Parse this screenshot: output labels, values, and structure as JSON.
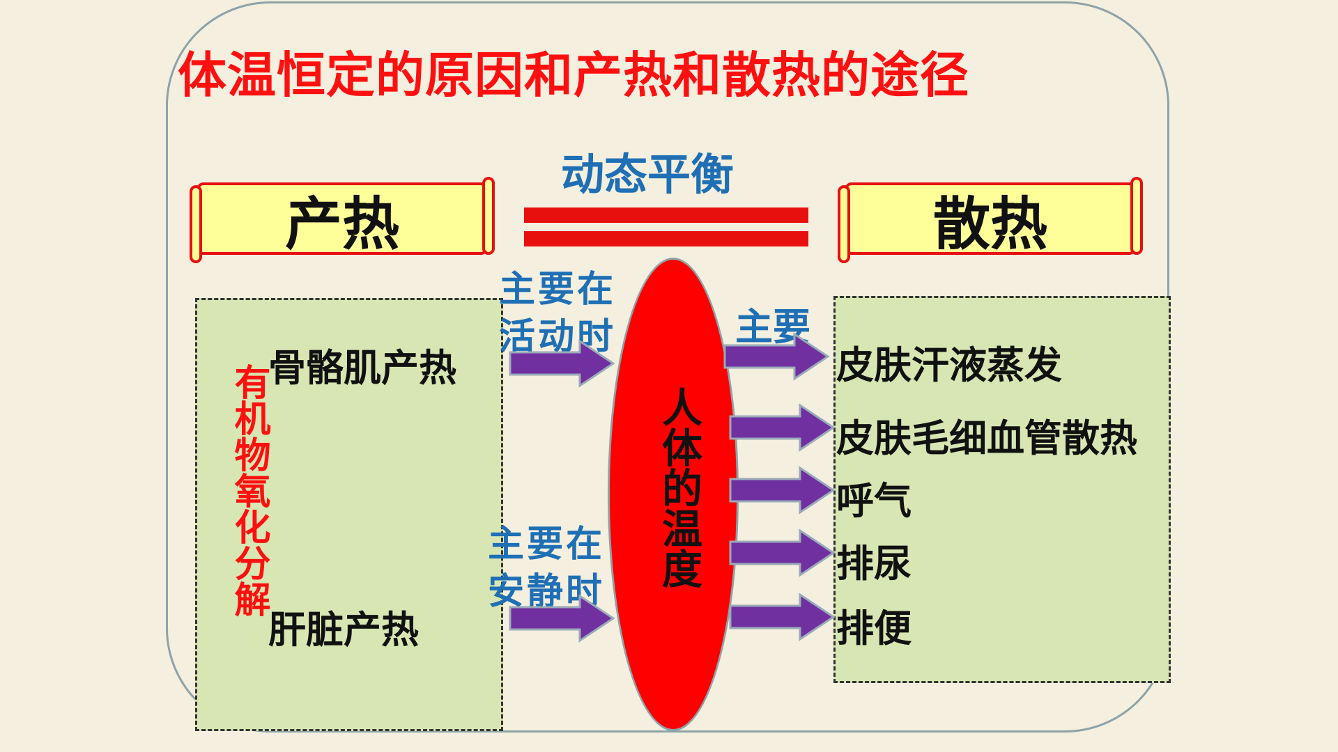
{
  "title": "体温恒定的原因和产热和散热的途径",
  "balance_label": "动态平衡",
  "heat_production": {
    "header": "产热",
    "vertical_label": "有机物氧化分解",
    "sources": [
      "骨骼肌产热",
      "肝脏产热"
    ],
    "conditions": [
      "主要在活动时",
      "主要在安静时"
    ]
  },
  "center_label": "人体的温度",
  "heat_dissipation": {
    "header": "散热",
    "main_label": "主要",
    "routes": [
      "皮肤汗液蒸发",
      "皮肤毛细血管散热",
      "呼气",
      "排尿",
      "排便"
    ]
  },
  "colors": {
    "title": "#ff1010",
    "accent_blue": "#1f6fb5",
    "arrow": "#7030a0",
    "panel": "#d7e6b3",
    "scroll": "#ffff99",
    "ellipse": "#ff0000"
  }
}
